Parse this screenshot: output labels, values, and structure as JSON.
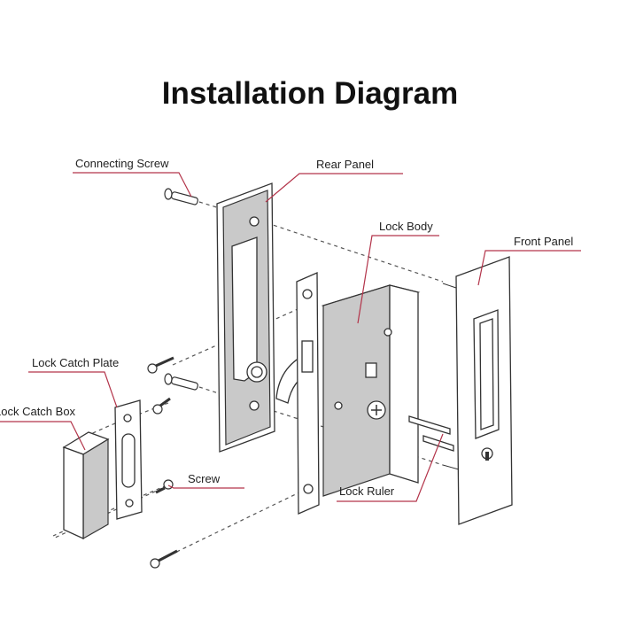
{
  "title": "Installation Diagram",
  "labels": {
    "connecting_screw": "Connecting Screw",
    "rear_panel": "Rear Panel",
    "lock_body": "Lock Body",
    "front_panel": "Front Panel",
    "lock_catch_plate": "Lock Catch Plate",
    "lock_catch_box": "Lock Catch Box",
    "screw": "Screw",
    "lock_ruler": "Lock Ruler"
  },
  "colors": {
    "leader": "#b3344a",
    "panel": "#c9c9c9"
  }
}
